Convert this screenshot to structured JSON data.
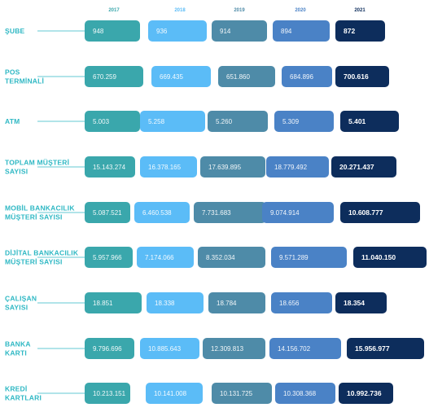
{
  "colors": {
    "label": "#2fb8c4",
    "line": "#2fb8c4",
    "years": [
      "#3aa7ac",
      "#5bbcf7",
      "#4e8ba8",
      "#4a82c6",
      "#0d2d5c"
    ],
    "year_text": [
      "#3aa7ac",
      "#5bbcf7",
      "#4e8ba8",
      "#4a82c6",
      "#0d2d5c"
    ]
  },
  "chart_data": {
    "type": "table",
    "columns": [
      "2017",
      "2018",
      "2019",
      "2020",
      "2021"
    ],
    "rows": [
      {
        "label": [
          "ŞUBE"
        ],
        "values": [
          "948",
          "936",
          "914",
          "894",
          "872"
        ]
      },
      {
        "label": [
          "POS",
          "TERMİNALİ"
        ],
        "values": [
          "670.259",
          "669.435",
          "651.860",
          "684.896",
          "700.616"
        ]
      },
      {
        "label": [
          "ATM"
        ],
        "values": [
          "5.003",
          "5.258",
          "5.260",
          "5.309",
          "5.401"
        ]
      },
      {
        "label": [
          "TOPLAM MÜŞTERİ",
          "SAYISI"
        ],
        "values": [
          "15.143.274",
          "16.378.165",
          "17.639.895",
          "18.779.492",
          "20.271.437"
        ]
      },
      {
        "label": [
          "MOBİL BANKACILIK",
          "MÜŞTERİ SAYISI"
        ],
        "values": [
          "5.087.521",
          "6.460.538",
          "7.731.683",
          "9.074.914",
          "10.608.777"
        ]
      },
      {
        "label": [
          "DİJİTAL BANKACILIK",
          "MÜŞTERİ SAYISI"
        ],
        "values": [
          "5.957.966",
          "7.174.066",
          "8.352.034",
          "9.571.289",
          "11.040.150"
        ]
      },
      {
        "label": [
          "ÇALIŞAN",
          "SAYISI"
        ],
        "values": [
          "18.851",
          "18.338",
          "18.784",
          "18.656",
          "18.354"
        ]
      },
      {
        "label": [
          "BANKA",
          "KARTI"
        ],
        "values": [
          "9.796.696",
          "10.885.643",
          "12.309.813",
          "14.156.702",
          "15.956.977"
        ]
      },
      {
        "label": [
          "KREDİ",
          "KARTLARI"
        ],
        "values": [
          "10.213.151",
          "10.141.008",
          "10.131.725",
          "10.308.368",
          "10.992.736"
        ]
      }
    ]
  }
}
